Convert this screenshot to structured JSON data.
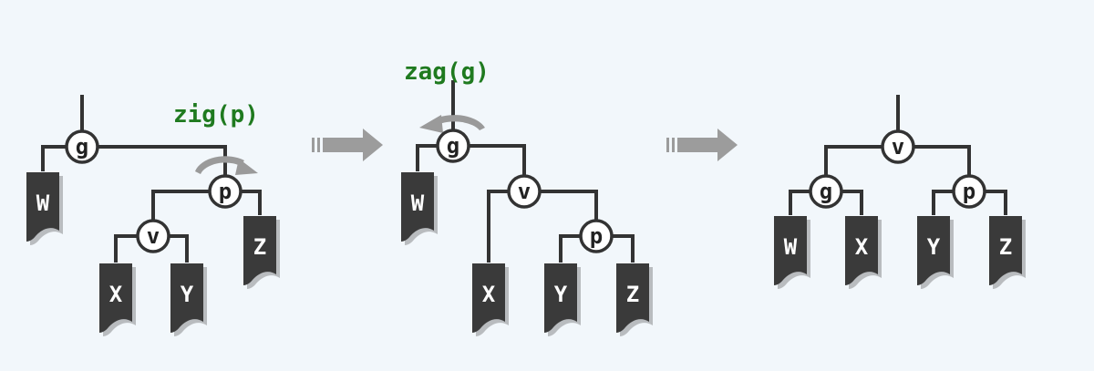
{
  "operations": {
    "zig": "zig(p)",
    "zag": "zag(g)"
  },
  "colors": {
    "background": "#f2f7fb",
    "edge": "#333333",
    "subtree_fill": "#3a3a3a",
    "subtree_shadow": "#b9bcbf",
    "operation_label": "#1f7a1f",
    "rotation_arrow": "#9a9a9a",
    "transition_arrow": "#9c9c9c"
  },
  "icons": [
    "counterclockwise-rotation-icon",
    "clockwise-rotation-icon",
    "transition-arrow-icon"
  ],
  "stages": [
    {
      "id": "before",
      "nodes": {
        "g": "g",
        "p": "p",
        "v": "v"
      },
      "subtrees": {
        "W": "W",
        "X": "X",
        "Y": "Y",
        "Z": "Z"
      }
    },
    {
      "id": "after-zig",
      "nodes": {
        "g": "g",
        "v": "v",
        "p": "p"
      },
      "subtrees": {
        "W": "W",
        "X": "X",
        "Y": "Y",
        "Z": "Z"
      }
    },
    {
      "id": "after-zag",
      "nodes": {
        "v": "v",
        "g": "g",
        "p": "p"
      },
      "subtrees": {
        "W": "W",
        "X": "X",
        "Y": "Y",
        "Z": "Z"
      }
    }
  ]
}
